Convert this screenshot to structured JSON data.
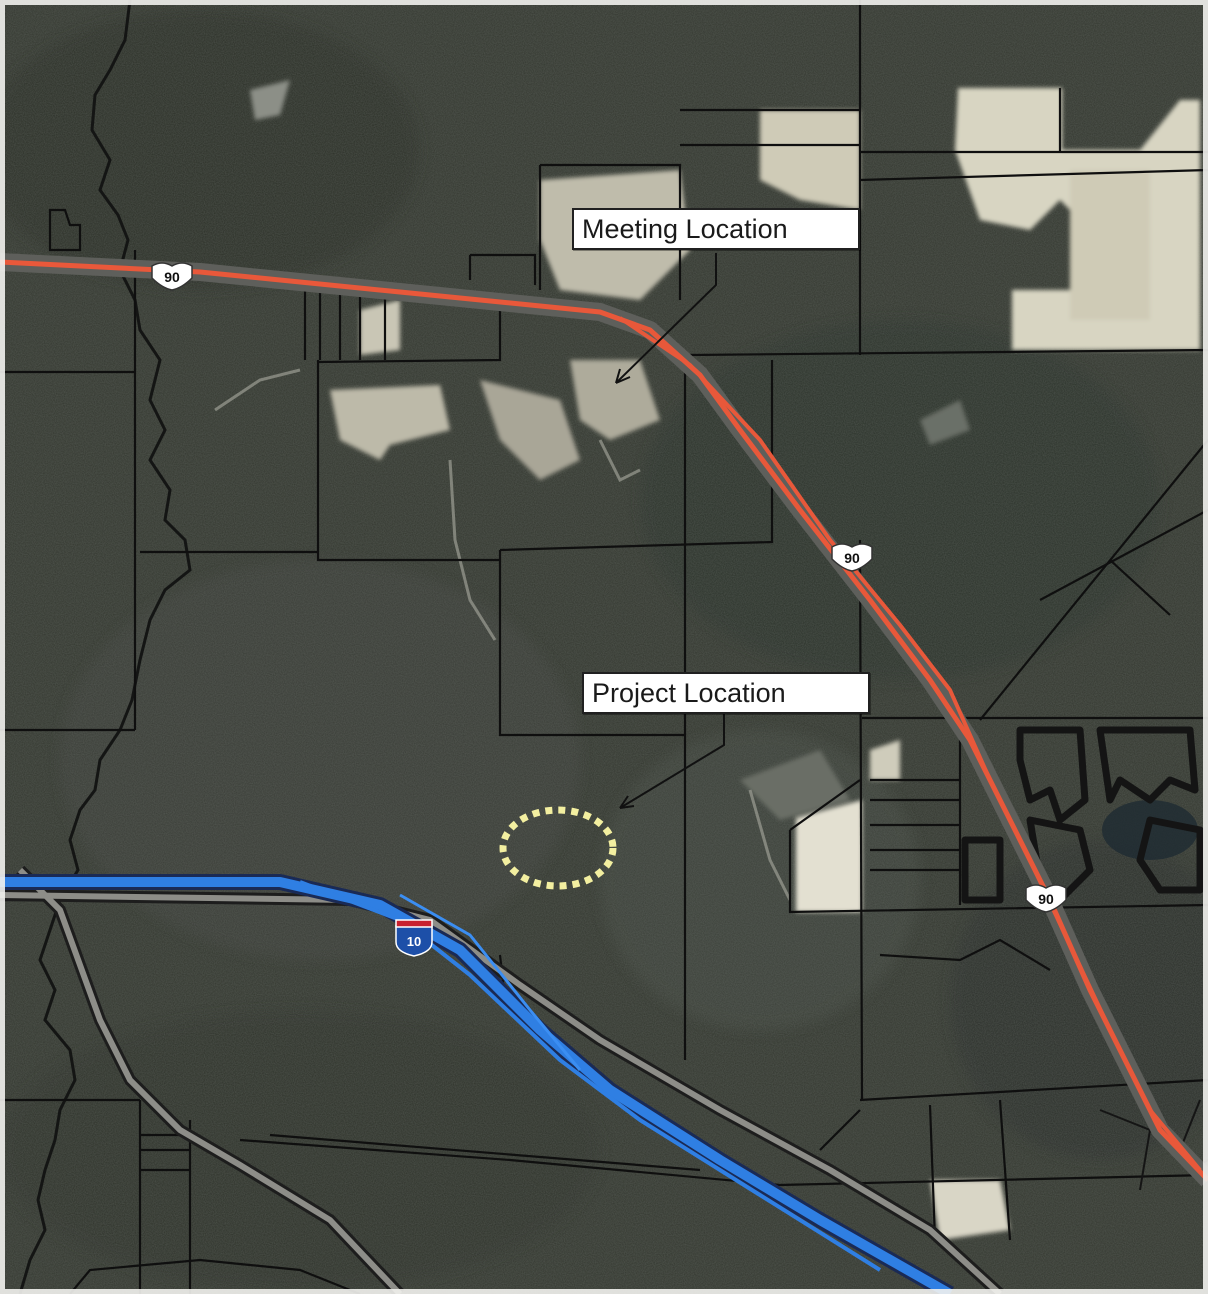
{
  "map": {
    "type": "aerial-photo-with-parcel-lines",
    "colors": {
      "forest": "#2f332f",
      "forest_light": "#454a44",
      "cleared_land": "#d7d4c4",
      "parcel_line": "#101010",
      "us_highway": "#e8583a",
      "interstate": "#2e7de0",
      "study_circle": "#f3efa0",
      "callout_bg": "#ffffff"
    }
  },
  "callouts": {
    "meeting": "Meeting Location",
    "project": "Project Location"
  },
  "shields": {
    "us90_a": "90",
    "us90_b": "90",
    "us90_c": "90",
    "i10": "10"
  }
}
